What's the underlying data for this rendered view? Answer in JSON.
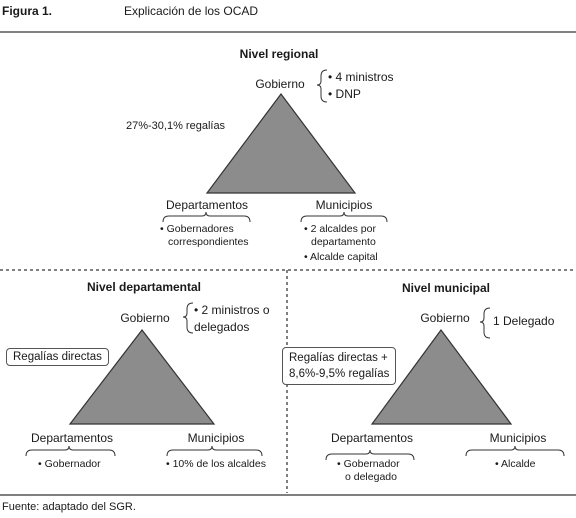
{
  "figure": {
    "label": "Figura 1.",
    "title": "Explicación de los OCAD",
    "source": "Fuente: adaptado del SGR."
  },
  "regional": {
    "title": "Nivel regional",
    "gobierno": "Gobierno",
    "gobierno_items": [
      "• 4 ministros",
      "• DNP"
    ],
    "regalias": "27%-30,1% regalías",
    "departamentos": "Departamentos",
    "departamentos_items": [
      "• Gobernadores",
      "correspondientes"
    ],
    "municipios": "Municipios",
    "municipios_items": [
      "• 2 alcaldes por",
      "departamento",
      "• Alcalde capital"
    ]
  },
  "departamental": {
    "title": "Nivel departamental",
    "gobierno": "Gobierno",
    "gobierno_items": [
      "• 2 ministros o",
      "delegados"
    ],
    "regalias": "Regalías directas",
    "departamentos": "Departamentos",
    "departamentos_items": [
      "• Gobernador"
    ],
    "municipios": "Municipios",
    "municipios_items": [
      "• 10% de los alcaldes"
    ]
  },
  "municipal": {
    "title": "Nivel municipal",
    "gobierno": "Gobierno",
    "gobierno_items": [
      "1 Delegado"
    ],
    "regalias": [
      "Regalías directas +",
      "8,6%-9,5% regalías"
    ],
    "departamentos": "Departamentos",
    "departamentos_items": [
      "• Gobernador",
      "o delegado"
    ],
    "municipios": "Municipios",
    "municipios_items": [
      "• Alcalde"
    ]
  },
  "colors": {
    "triangle_fill": "#8c8c8c",
    "triangle_stroke": "#333333",
    "divider": "#000000"
  }
}
